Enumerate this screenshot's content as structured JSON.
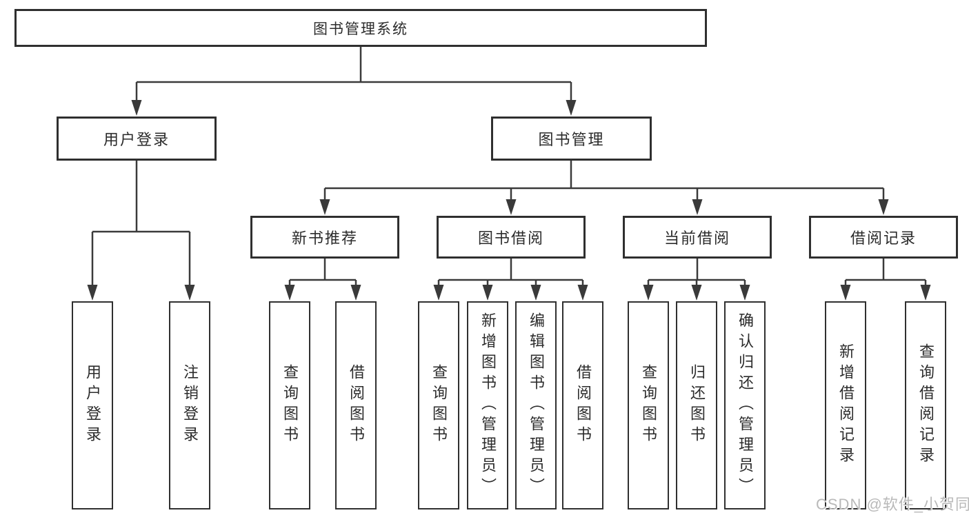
{
  "tree": {
    "root": {
      "label": "图书管理系统",
      "children": [
        {
          "label": "用户登录",
          "children": [
            {
              "label": "用户登录"
            },
            {
              "label": "注销登录"
            }
          ]
        },
        {
          "label": "图书管理",
          "children": [
            {
              "label": "新书推荐",
              "children": [
                {
                  "label": "查询图书"
                },
                {
                  "label": "借阅图书"
                }
              ]
            },
            {
              "label": "图书借阅",
              "children": [
                {
                  "label": "查询图书"
                },
                {
                  "label": "新增图书（管理员）"
                },
                {
                  "label": "编辑图书（管理员）"
                },
                {
                  "label": "借阅图书"
                }
              ]
            },
            {
              "label": "当前借阅",
              "children": [
                {
                  "label": "查询图书"
                },
                {
                  "label": "归还图书"
                },
                {
                  "label": "确认归还（管理员）"
                }
              ]
            },
            {
              "label": "借阅记录",
              "children": [
                {
                  "label": "新增借阅记录"
                },
                {
                  "label": "查询借阅记录"
                }
              ]
            }
          ]
        }
      ]
    }
  },
  "watermark": {
    "text": "CSDN @软件_小贺同学"
  },
  "colors": {
    "line": "#3a3a3a",
    "box_border": "#2f2f2f",
    "box_background": "#ffffff",
    "text": "#2b2b2b",
    "page_background": "#ffffff",
    "watermark": "#b9b9b9"
  }
}
